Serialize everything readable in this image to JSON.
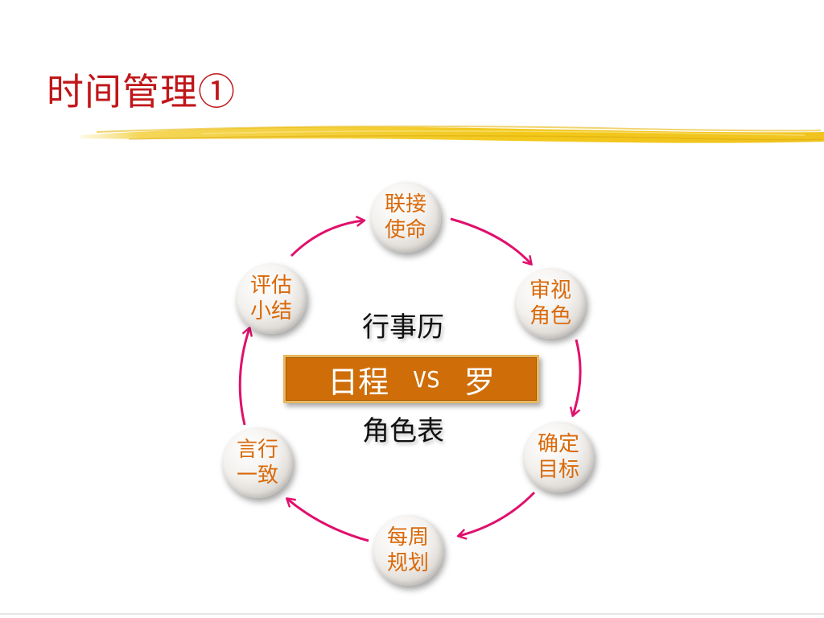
{
  "title": "时间管理①",
  "center": {
    "top_label": "行事历",
    "banner": {
      "left": "日程",
      "middle": "VS",
      "right": "罗"
    },
    "bottom_label": "角色表"
  },
  "cycle": {
    "nodes": [
      {
        "id": "connect-mission",
        "label": "联接\n使命"
      },
      {
        "id": "review-role",
        "label": "审视\n角色"
      },
      {
        "id": "set-goal",
        "label": "确定\n目标"
      },
      {
        "id": "weekly-plan",
        "label": "每周\n规划"
      },
      {
        "id": "consistent",
        "label": "言行\n一致"
      },
      {
        "id": "evaluate",
        "label": "评估\n小结"
      }
    ],
    "arrow_color": "#e0106c"
  },
  "colors": {
    "title": "#c0171a",
    "node_text": "#d9690a",
    "banner_fill": "#cf6e09",
    "brush_stroke": "#f2c81a"
  }
}
